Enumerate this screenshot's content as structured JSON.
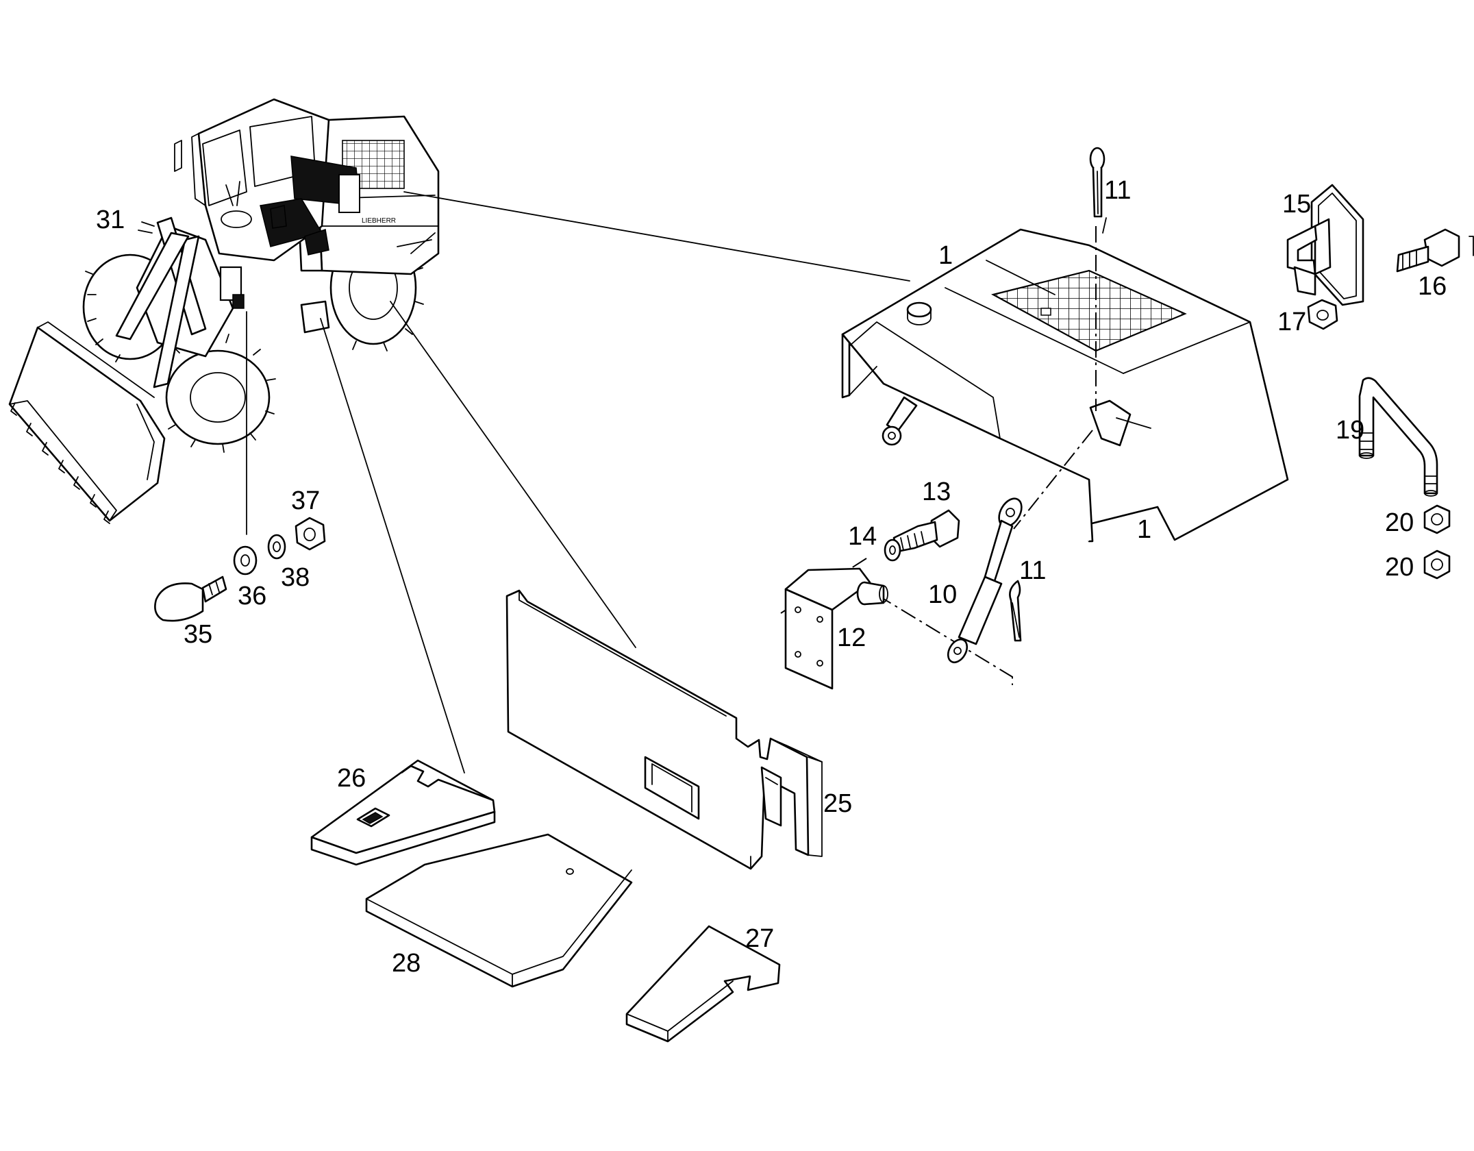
{
  "callouts": [
    {
      "id": "c31",
      "text": "31"
    },
    {
      "id": "c1a",
      "text": "1"
    },
    {
      "id": "c1b",
      "text": "1"
    },
    {
      "id": "c11a",
      "text": "11"
    },
    {
      "id": "c11b",
      "text": "11"
    },
    {
      "id": "c10",
      "text": "10"
    },
    {
      "id": "c12",
      "text": "12"
    },
    {
      "id": "c13",
      "text": "13"
    },
    {
      "id": "c14",
      "text": "14"
    },
    {
      "id": "c15",
      "text": "15"
    },
    {
      "id": "c16",
      "text": "16"
    },
    {
      "id": "c17",
      "text": "17"
    },
    {
      "id": "c19",
      "text": "19"
    },
    {
      "id": "c20a",
      "text": "20"
    },
    {
      "id": "c20b",
      "text": "20"
    },
    {
      "id": "c25",
      "text": "25"
    },
    {
      "id": "c26",
      "text": "26"
    },
    {
      "id": "c27",
      "text": "27"
    },
    {
      "id": "c28",
      "text": "28"
    },
    {
      "id": "c35",
      "text": "35"
    },
    {
      "id": "c36",
      "text": "36"
    },
    {
      "id": "c37",
      "text": "37"
    },
    {
      "id": "c38",
      "text": "38"
    }
  ],
  "logo_text": "LIEBHERR"
}
